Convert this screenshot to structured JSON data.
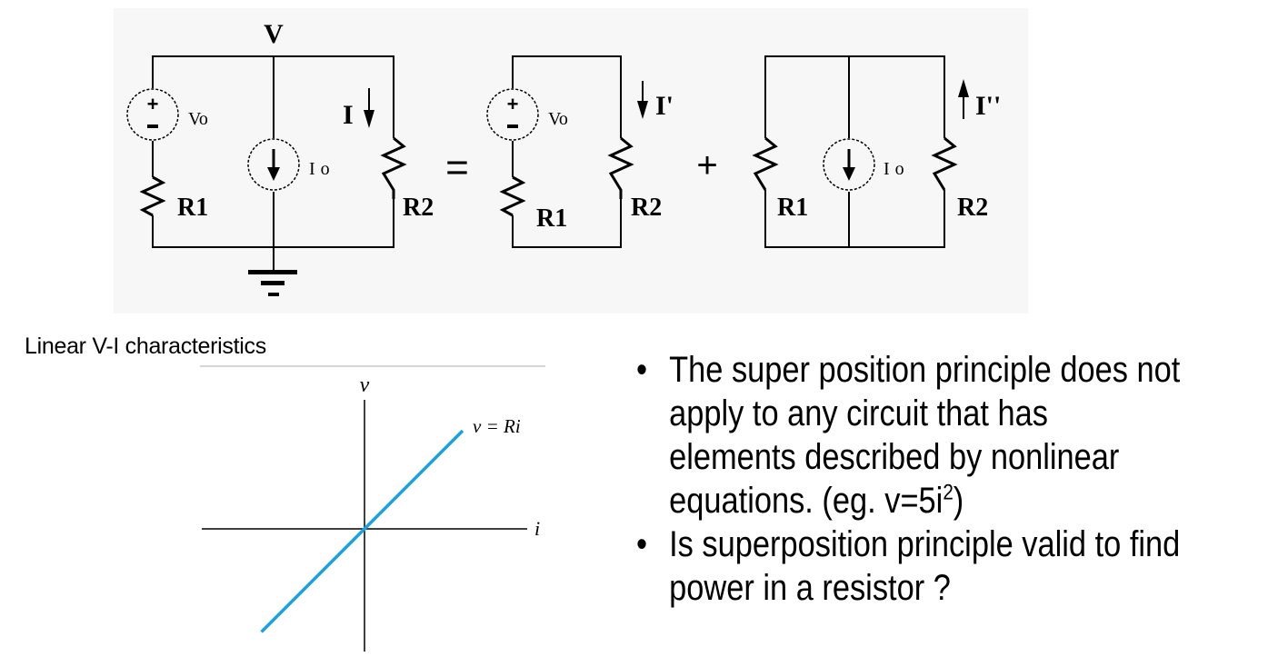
{
  "circuit": {
    "node_label": "V",
    "equals": "=",
    "plus": "+",
    "original": {
      "voltage_source": "Vo",
      "current_source": "Io",
      "resistor_left": "R1",
      "resistor_right": "R2",
      "current_label": "I",
      "current_direction": "down"
    },
    "voltage_only": {
      "voltage_source": "Vo",
      "resistor_left": "R1",
      "resistor_right": "R2",
      "current_label": "I'",
      "current_direction": "down"
    },
    "current_only": {
      "current_source": "Io",
      "resistor_left": "R1",
      "resistor_right": "R2",
      "current_label": "I''",
      "current_direction": "up"
    },
    "source_plus": "+",
    "source_minus": "-"
  },
  "vi_section": {
    "title": "Linear V-I characteristics"
  },
  "chart_data": {
    "type": "line",
    "title": "Linear V-I characteristics",
    "xlabel": "i",
    "ylabel": "v",
    "annotation": "v = Ri",
    "series": [
      {
        "name": "v = Ri",
        "x": [
          -0.63,
          0,
          0.6
        ],
        "y": [
          -0.63,
          0,
          0.6
        ],
        "color": "#1ba1e2"
      }
    ],
    "xlim": [
      -1,
      1
    ],
    "ylim": [
      -1,
      1
    ],
    "grid": false,
    "ticks": "none"
  },
  "bullets": [
    {
      "text": "The super position principle does not apply to any circuit that has elements described by nonlinear equations. (eg. v=5i",
      "sup": "2",
      "tail": ")"
    },
    {
      "text": "Is superposition principle valid to find power in a resistor ?",
      "sup": "",
      "tail": ""
    }
  ],
  "bullet_lines": [
    [
      "The super position principle does not",
      "apply to any circuit that has",
      "elements described by nonlinear",
      "equations. (eg. v=5i"
    ],
    [
      "Is superposition principle valid to find",
      "power in a resistor ?"
    ]
  ],
  "colors": {
    "panel_bg": "#f7f7f7",
    "line_blue": "#1ba1e2",
    "ink": "#000000"
  }
}
